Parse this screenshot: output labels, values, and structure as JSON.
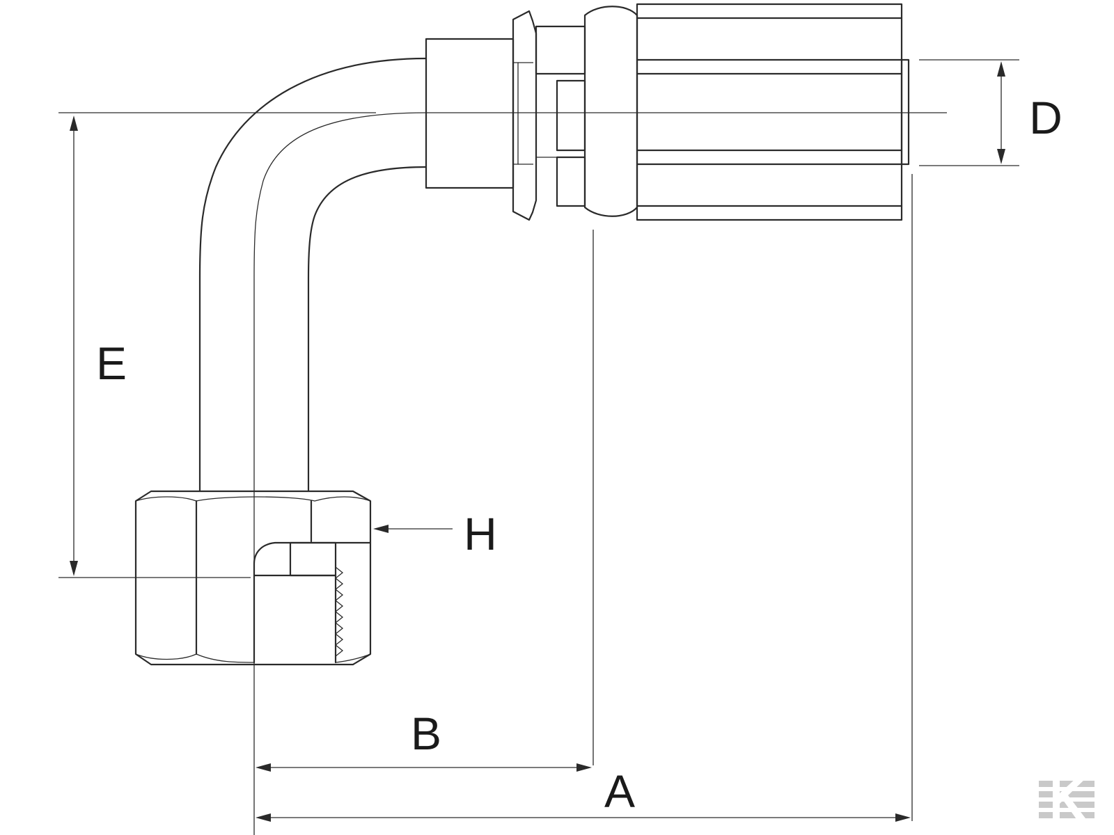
{
  "dimensions": {
    "A": "A",
    "B": "B",
    "D": "D",
    "E": "E",
    "H": "H"
  },
  "colors": {
    "line": "#2a2a2a",
    "background": "#ffffff",
    "logo": "#c9c9c9"
  },
  "logo": {
    "icon": "brand-k-logo-icon"
  }
}
